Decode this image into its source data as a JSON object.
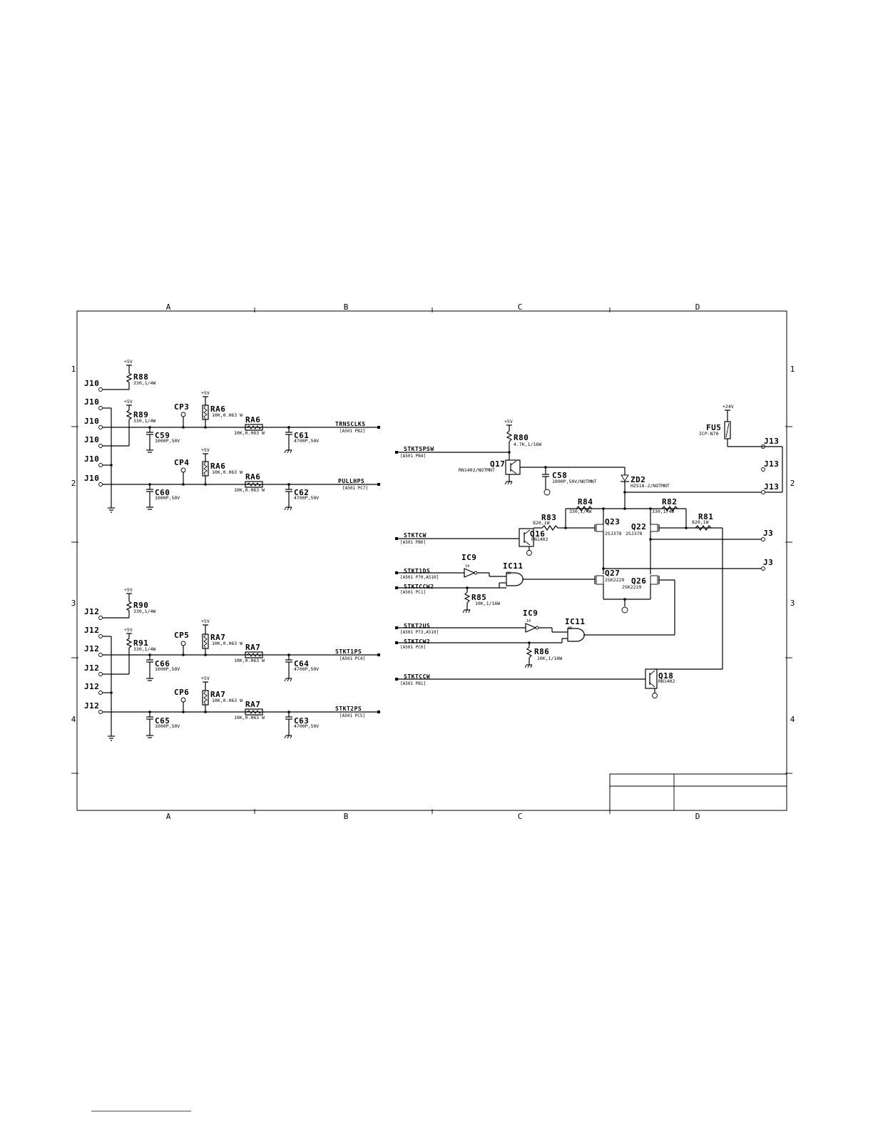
{
  "grid": {
    "columns": [
      "A",
      "B",
      "C",
      "D"
    ],
    "rows": [
      "1",
      "2",
      "3",
      "4"
    ]
  },
  "power": {
    "p5v": "+5V",
    "p24v": "+24V"
  },
  "connectors": {
    "j10": "J10",
    "j12": "J12",
    "j13": "J13",
    "j3": "J3"
  },
  "resistors": {
    "r88": {
      "ref": "R88",
      "value": "330,1/4W"
    },
    "r89": {
      "ref": "R89",
      "value": "330,1/4W"
    },
    "r90": {
      "ref": "R90",
      "value": "330,1/4W"
    },
    "r91": {
      "ref": "R91",
      "value": "330,1/4W"
    },
    "r80": {
      "ref": "R80",
      "value": "4.7K,1/16W"
    },
    "r84": {
      "ref": "R84",
      "value": "330,1/4W"
    },
    "r82": {
      "ref": "R82",
      "value": "330,1/4W"
    },
    "r83": {
      "ref": "R83",
      "value": "820,1W"
    },
    "r81": {
      "ref": "R81",
      "value": "820,1W"
    },
    "r85": {
      "ref": "R85",
      "value": "10K,1/16W"
    },
    "r86": {
      "ref": "R86",
      "value": "10K,1/16W"
    }
  },
  "arrays": {
    "ra6": {
      "ref": "RA6",
      "value": "10K,0.063 W"
    },
    "ra7": {
      "ref": "RA7",
      "value": "10K,0.063 W"
    }
  },
  "capacitors": {
    "c59": {
      "ref": "C59",
      "value": "1000P,50V"
    },
    "c60": {
      "ref": "C60",
      "value": "1000P,50V"
    },
    "c61": {
      "ref": "C61",
      "value": "4700P,50V"
    },
    "c62": {
      "ref": "C62",
      "value": "4700P,50V"
    },
    "c66": {
      "ref": "C66",
      "value": "1000P,50V"
    },
    "c65": {
      "ref": "C65",
      "value": "1000P,50V"
    },
    "c64": {
      "ref": "C64",
      "value": "4700P,50V"
    },
    "c63": {
      "ref": "C63",
      "value": "4700P,50V"
    },
    "c58": {
      "ref": "C58",
      "value": "1000P,50V/NOTMNT"
    }
  },
  "testpoints": {
    "cp3": "CP3",
    "cp4": "CP4",
    "cp5": "CP5",
    "cp6": "CP6"
  },
  "signals": {
    "trnsclks": {
      "name": "TRNSCLKS",
      "port": "[A501 PB2]"
    },
    "pullhps": {
      "name": "PULLHPS",
      "port": "[A501 PC7]"
    },
    "stkt1ps": {
      "name": "STKT1PS",
      "port": "[A501 PC4]"
    },
    "stkt2ps": {
      "name": "STKT2PS",
      "port": "[A501 PC5]"
    },
    "stktspsw": {
      "name": "STKTSPSW",
      "port": "[A501 PB4]"
    },
    "stktcw": {
      "name": "STKTCW",
      "port": "[A501 PB0]"
    },
    "stkt1ds": {
      "name": "STKT1DS",
      "port": "[A501 P70,A510]"
    },
    "stktccw2": {
      "name": "STKTCCW2",
      "port": "[A501 PC1]"
    },
    "stkt2us": {
      "name": "STKT2US",
      "port": "[A501 P73,A510]"
    },
    "stktcw2": {
      "name": "STKTCW2",
      "port": "[A501 PC0]"
    },
    "stktccw": {
      "name": "STKTCCW",
      "port": "[A501 PB1]"
    }
  },
  "semis": {
    "q17": {
      "ref": "Q17",
      "value": "RN1402/NOTMNT"
    },
    "q16": {
      "ref": "Q16",
      "value": "RN1402"
    },
    "q18": {
      "ref": "Q18",
      "value": "RN1402"
    },
    "q23": {
      "ref": "Q23",
      "value": "2SJ378"
    },
    "q22": {
      "ref": "Q22",
      "value": "2SJ378"
    },
    "q27": {
      "ref": "Q27",
      "value": "2SK2229"
    },
    "q26": {
      "ref": "Q26",
      "value": "2SK2229"
    },
    "zd2": {
      "ref": "ZD2",
      "value": "HZS18-2/NOTMNT"
    },
    "fu5": {
      "ref": "FU5",
      "value": "ICP-N70"
    },
    "ic9": {
      "ref": "IC9",
      "value": "14"
    },
    "ic11": {
      "ref": "IC11",
      "value": "08"
    }
  }
}
